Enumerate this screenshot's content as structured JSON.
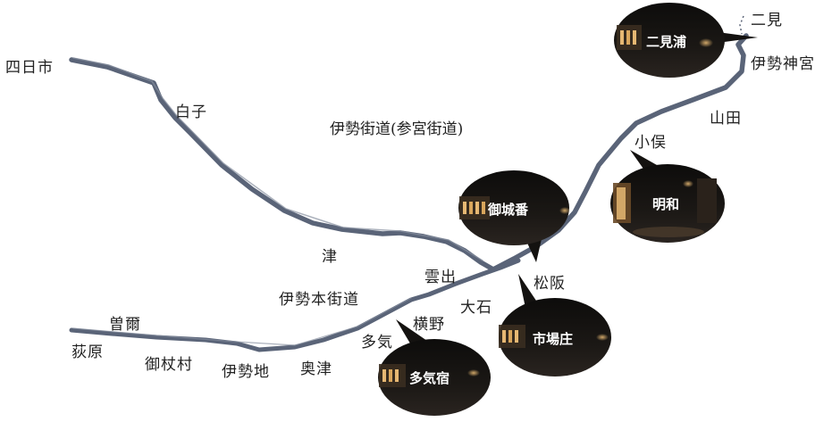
{
  "title": "伊勢街道(参宮街道)",
  "places": {
    "yokkaichi": "四日市",
    "shiroko": "白子",
    "tsu": "津",
    "izumo": "雲出",
    "matsusaka": "松阪",
    "oishi": "大石",
    "yokono": "横野",
    "ise_hon_kaido": "伊勢本街道",
    "tage": "多気",
    "okutsu": "奥津",
    "iseji": "伊勢地",
    "mitsuemura": "御杖村",
    "hagihara": "荻原",
    "sone": "曽爾",
    "obata": "小俣",
    "yamada": "山田",
    "ise_jingu": "伊勢神宮",
    "futami": "二見"
  },
  "photos": {
    "futamiura": "二見浦",
    "meiwa": "明和",
    "gojoban": "御城番",
    "ichibasho": "市場庄",
    "tagejuku": "多気宿"
  },
  "colors": {
    "route": "#5a6478",
    "photo_dark": "#141210",
    "photo_light": "#e6b873"
  }
}
